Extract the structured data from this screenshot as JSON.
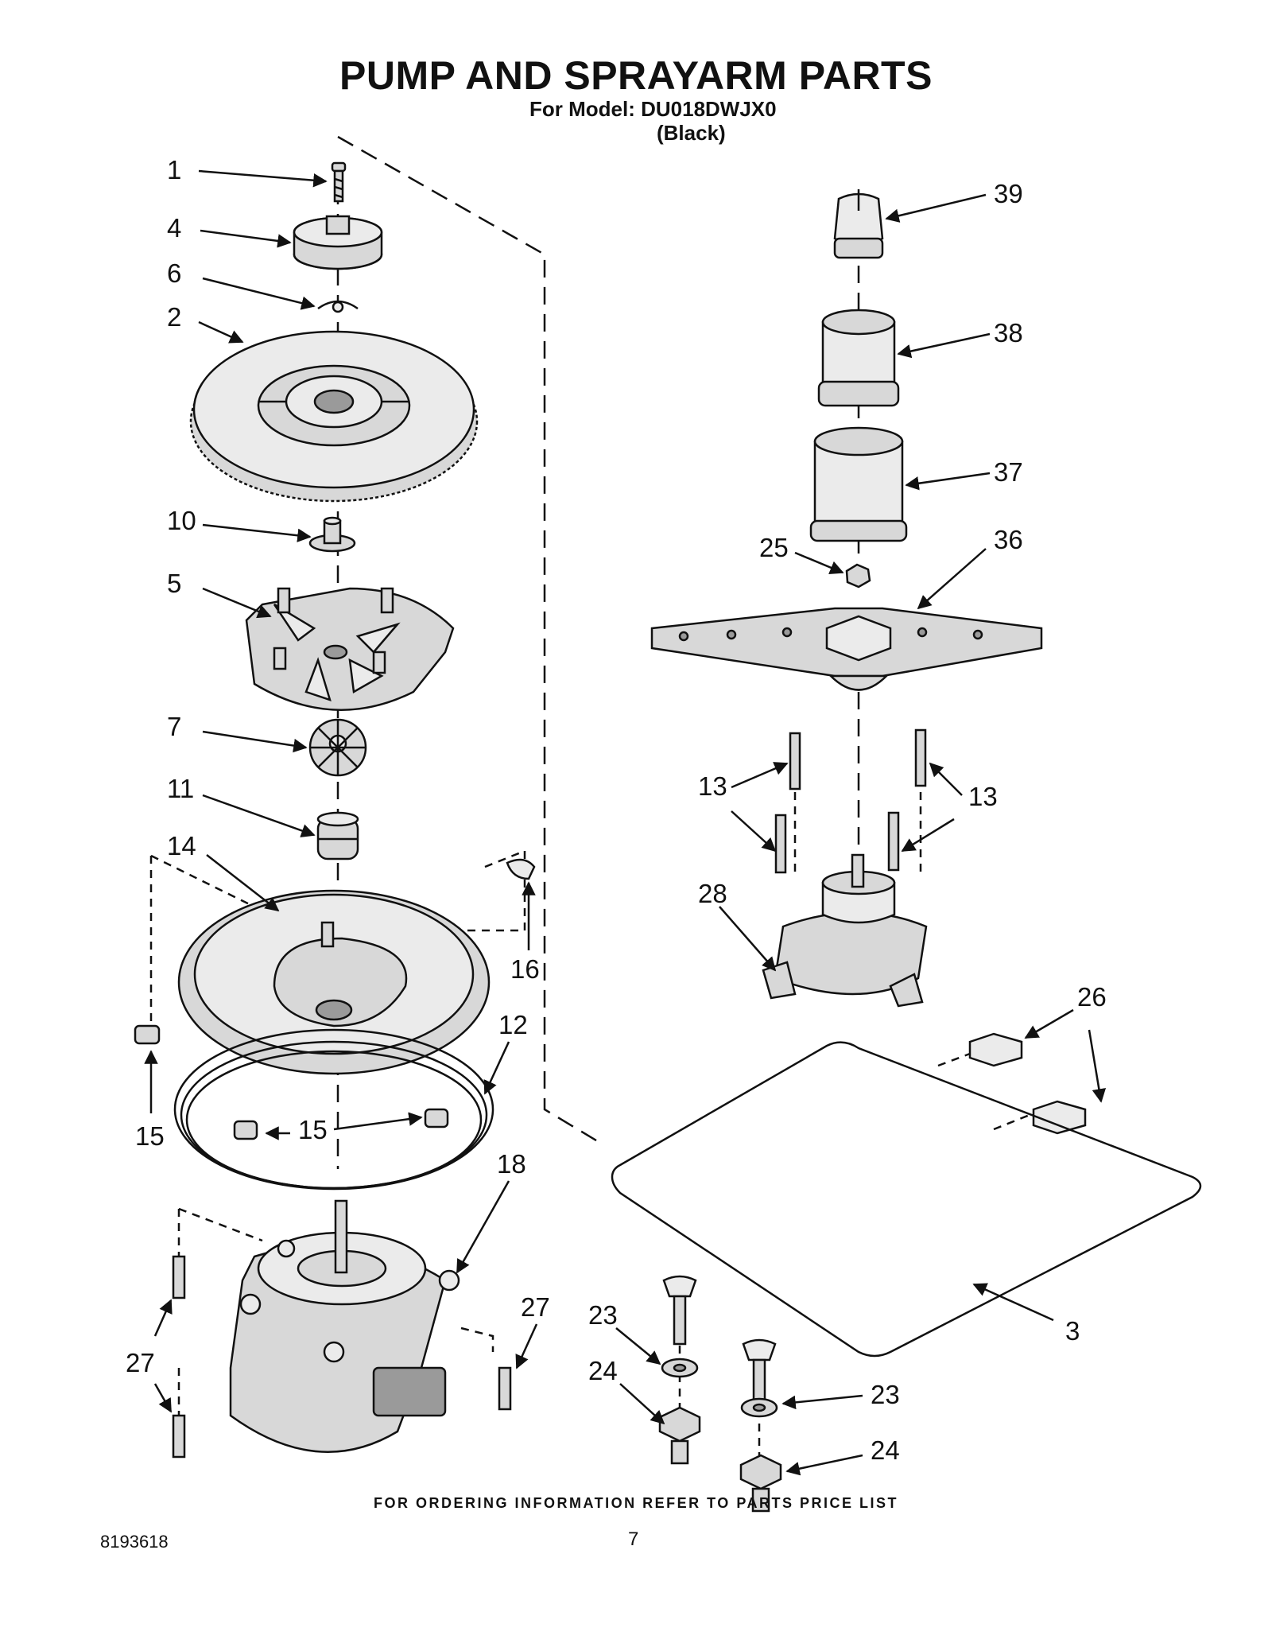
{
  "header": {
    "title": "PUMP AND SPRAYARM PARTS",
    "model_line": "For Model: DU018DWJX0",
    "color_line": "(Black)"
  },
  "callouts": [
    "1",
    "4",
    "6",
    "2",
    "10",
    "5",
    "7",
    "11",
    "14",
    "15",
    "12",
    "15",
    "16",
    "18",
    "27",
    "27",
    "39",
    "38",
    "37",
    "25",
    "36",
    "13",
    "13",
    "28",
    "26",
    "3",
    "23",
    "24",
    "23",
    "24"
  ],
  "footer": {
    "note": "FOR ORDERING INFORMATION REFER TO PARTS PRICE LIST",
    "doc_number": "8193618",
    "page_number": "7"
  }
}
